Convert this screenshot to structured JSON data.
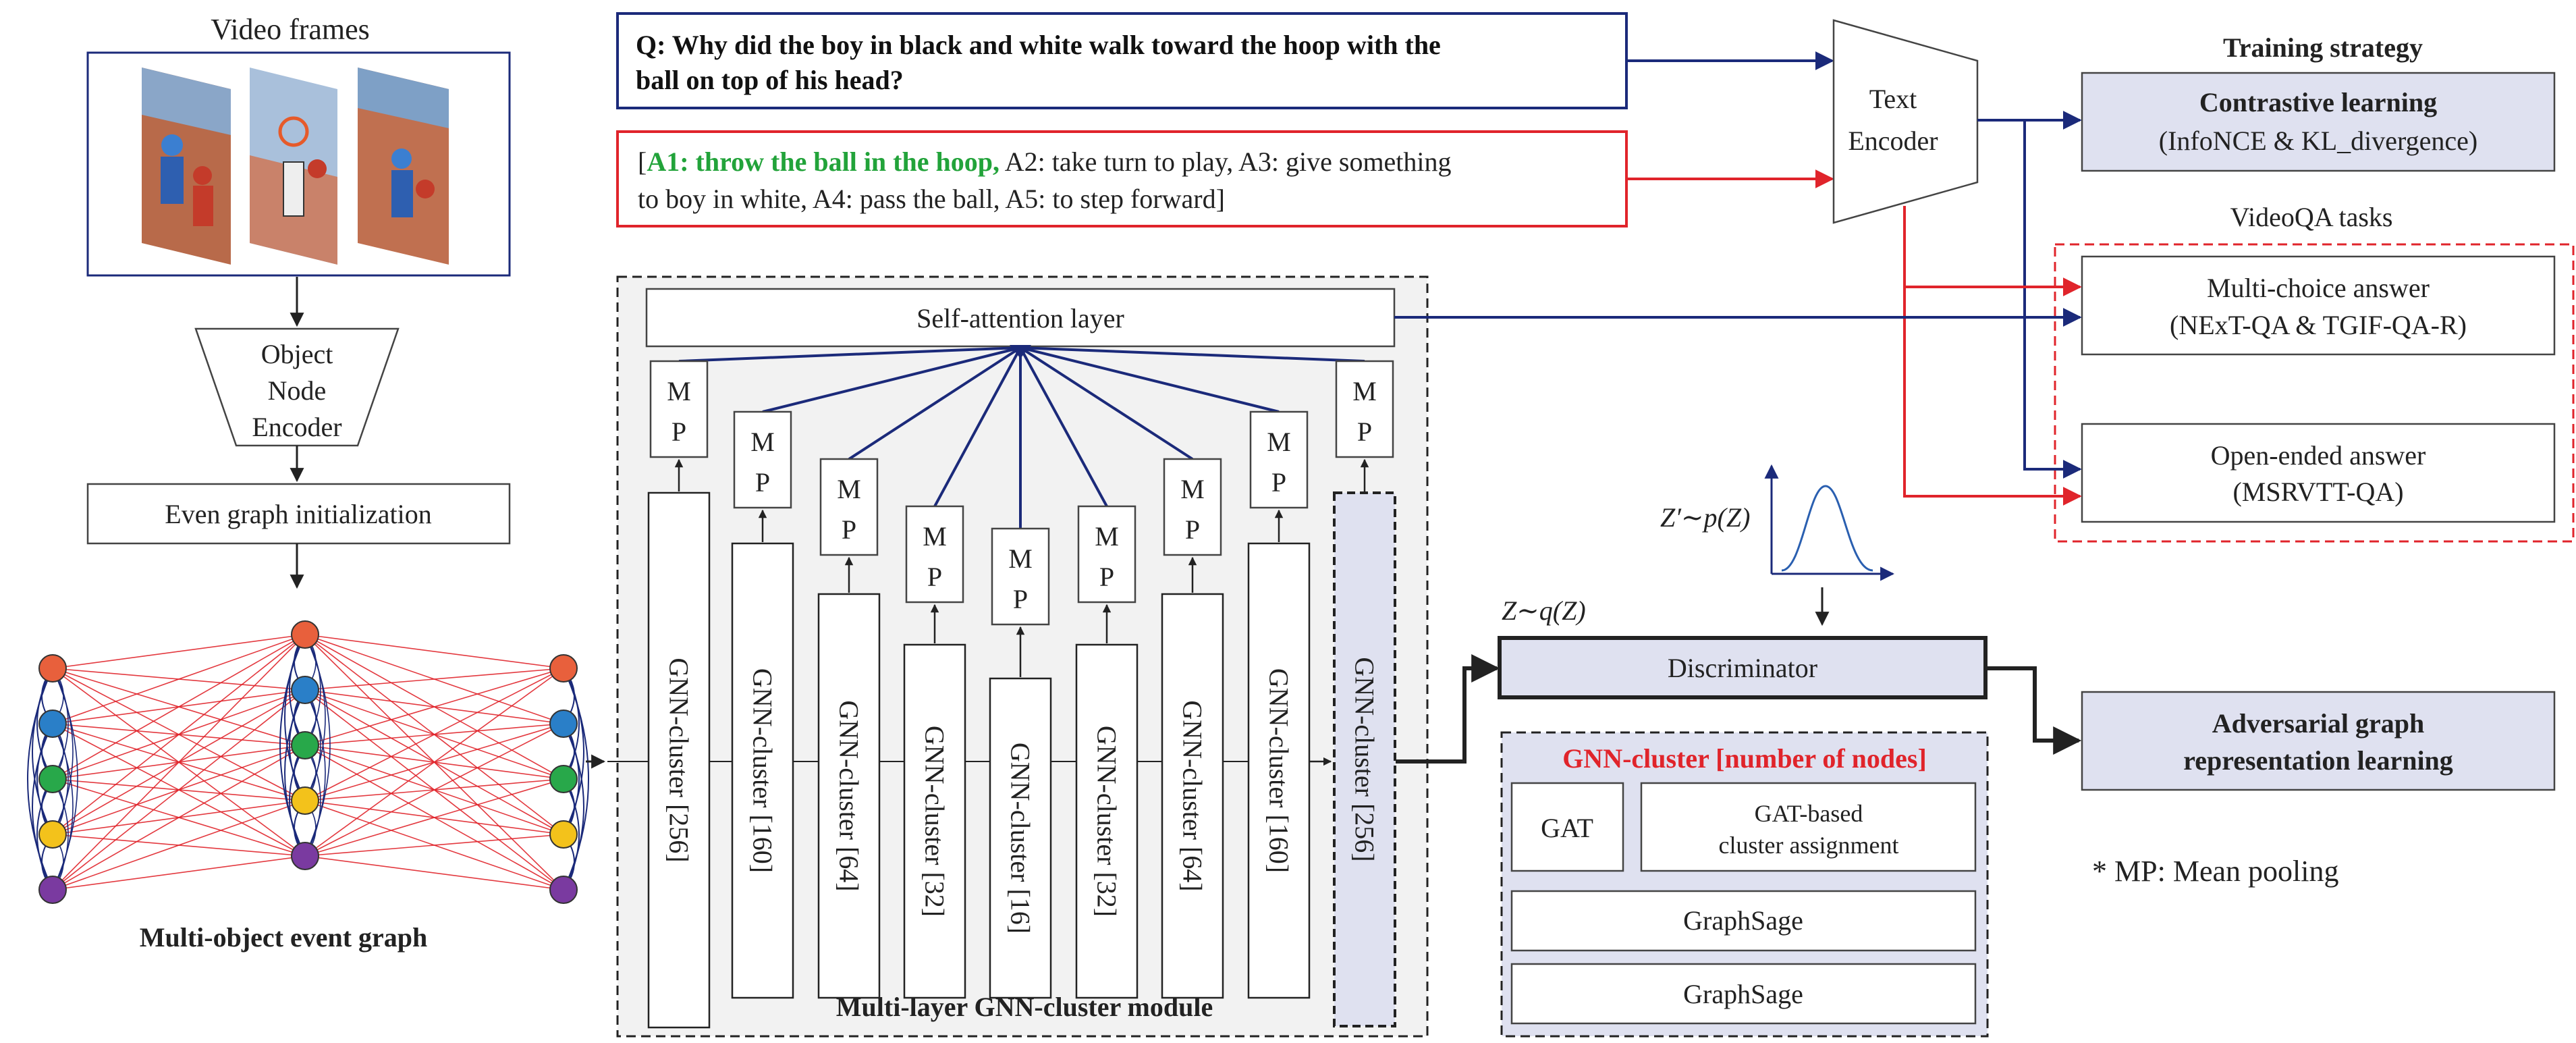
{
  "colors": {
    "navy": "#1b2a7a",
    "red": "#e0242b",
    "green": "#22a33a",
    "orange": "#e8603c",
    "blue": "#2a7fc8",
    "node_green": "#28a84a",
    "yellow": "#f3c21b",
    "purple": "#7a3aa0",
    "panel_fill": "#dfe1f0",
    "module_fill": "#f2f2f2"
  },
  "video_frames": {
    "title": "Video frames"
  },
  "object_encoder": {
    "line1": "Object",
    "line2": "Node",
    "line3": "Encoder"
  },
  "graph_init": {
    "label": "Even graph initialization"
  },
  "event_graph": {
    "caption": "Multi-object event graph"
  },
  "question": {
    "line1": "Q: Why did the boy in black and white walk toward the hoop with the",
    "line2": "ball on top of his head?"
  },
  "answers": {
    "open_bracket": "[",
    "a1": "A1: throw the ball in the hoop,",
    "rest1": " A2: take turn to play, A3: give something",
    "line2": "to boy in white, A4: pass the ball, A5: to step forward]"
  },
  "text_encoder": {
    "line1": "Text",
    "line2": "Encoder"
  },
  "training": {
    "header": "Training strategy",
    "contrastive_title": "Contrastive learning",
    "contrastive_sub": "(InfoNCE & KL_divergence)"
  },
  "videoqa": {
    "header": "VideoQA tasks",
    "multi_title": "Multi-choice answer",
    "multi_sub": "(NExT-QA & TGIF-QA-R)",
    "open_title": "Open-ended answer",
    "open_sub": "(MSRVTT-QA)"
  },
  "gnn_module": {
    "self_attention": "Self-attention layer",
    "title": "Multi-layer GNN-cluster module",
    "mp_m": "M",
    "mp_p": "P",
    "clusters": [
      "GNN-cluster [256]",
      "GNN-cluster [160]",
      "GNN-cluster [64]",
      "GNN-cluster [32]",
      "GNN-cluster [16]",
      "GNN-cluster [32]",
      "GNN-cluster [64]",
      "GNN-cluster [160]",
      "GNN-cluster [256]"
    ]
  },
  "prior": {
    "label": "Z′∼p(Z)"
  },
  "posterior": {
    "label": "Z∼q(Z)"
  },
  "discriminator": {
    "label": "Discriminator"
  },
  "adversarial": {
    "line1": "Adversarial graph",
    "line2": "representation learning"
  },
  "gnn_cluster_detail": {
    "title": "GNN-cluster [number of nodes]",
    "gat": "GAT",
    "gat_assign1": "GAT-based",
    "gat_assign2": "cluster assignment",
    "graphsage1": "GraphSage",
    "graphsage2": "GraphSage"
  },
  "footnote": "* MP: Mean pooling"
}
